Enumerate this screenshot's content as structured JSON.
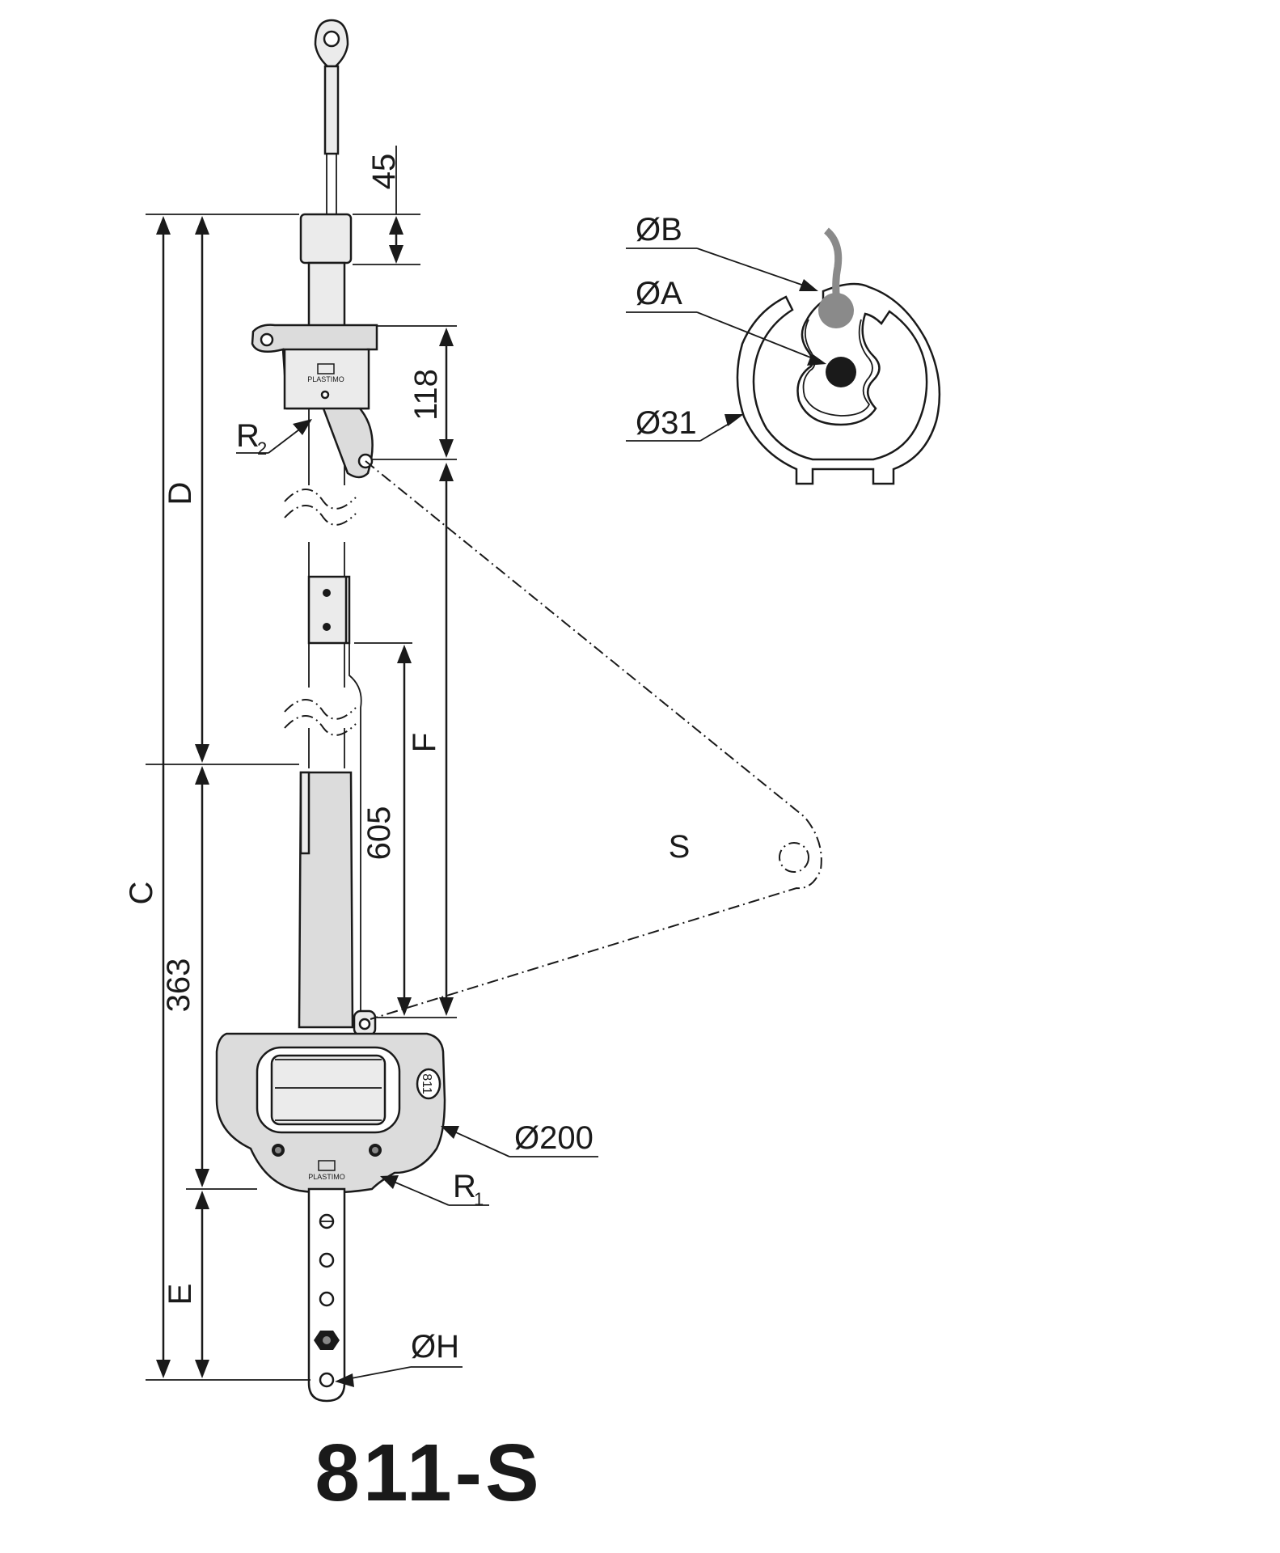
{
  "title": "811-S",
  "dimensions": {
    "d45": "45",
    "d118": "118",
    "d605": "605",
    "d363": "363",
    "C": "C",
    "D": "D",
    "E": "E",
    "F": "F",
    "S": "S"
  },
  "callouts": {
    "r2_main": "R",
    "r2_sub": "2",
    "r1_main": "R",
    "r1_sub": "1",
    "d200": "Ø200",
    "dH": "ØH",
    "dB": "ØB",
    "dA": "ØA",
    "d31": "Ø31"
  },
  "labels": {
    "block_number": "811",
    "brand": "PLASTIMO"
  },
  "colors": {
    "line": "#1a1a1a",
    "body_fill": "#dcdcdc",
    "dark_dot": "#1a1a1a",
    "grey_dot": "#8a8a8a"
  }
}
